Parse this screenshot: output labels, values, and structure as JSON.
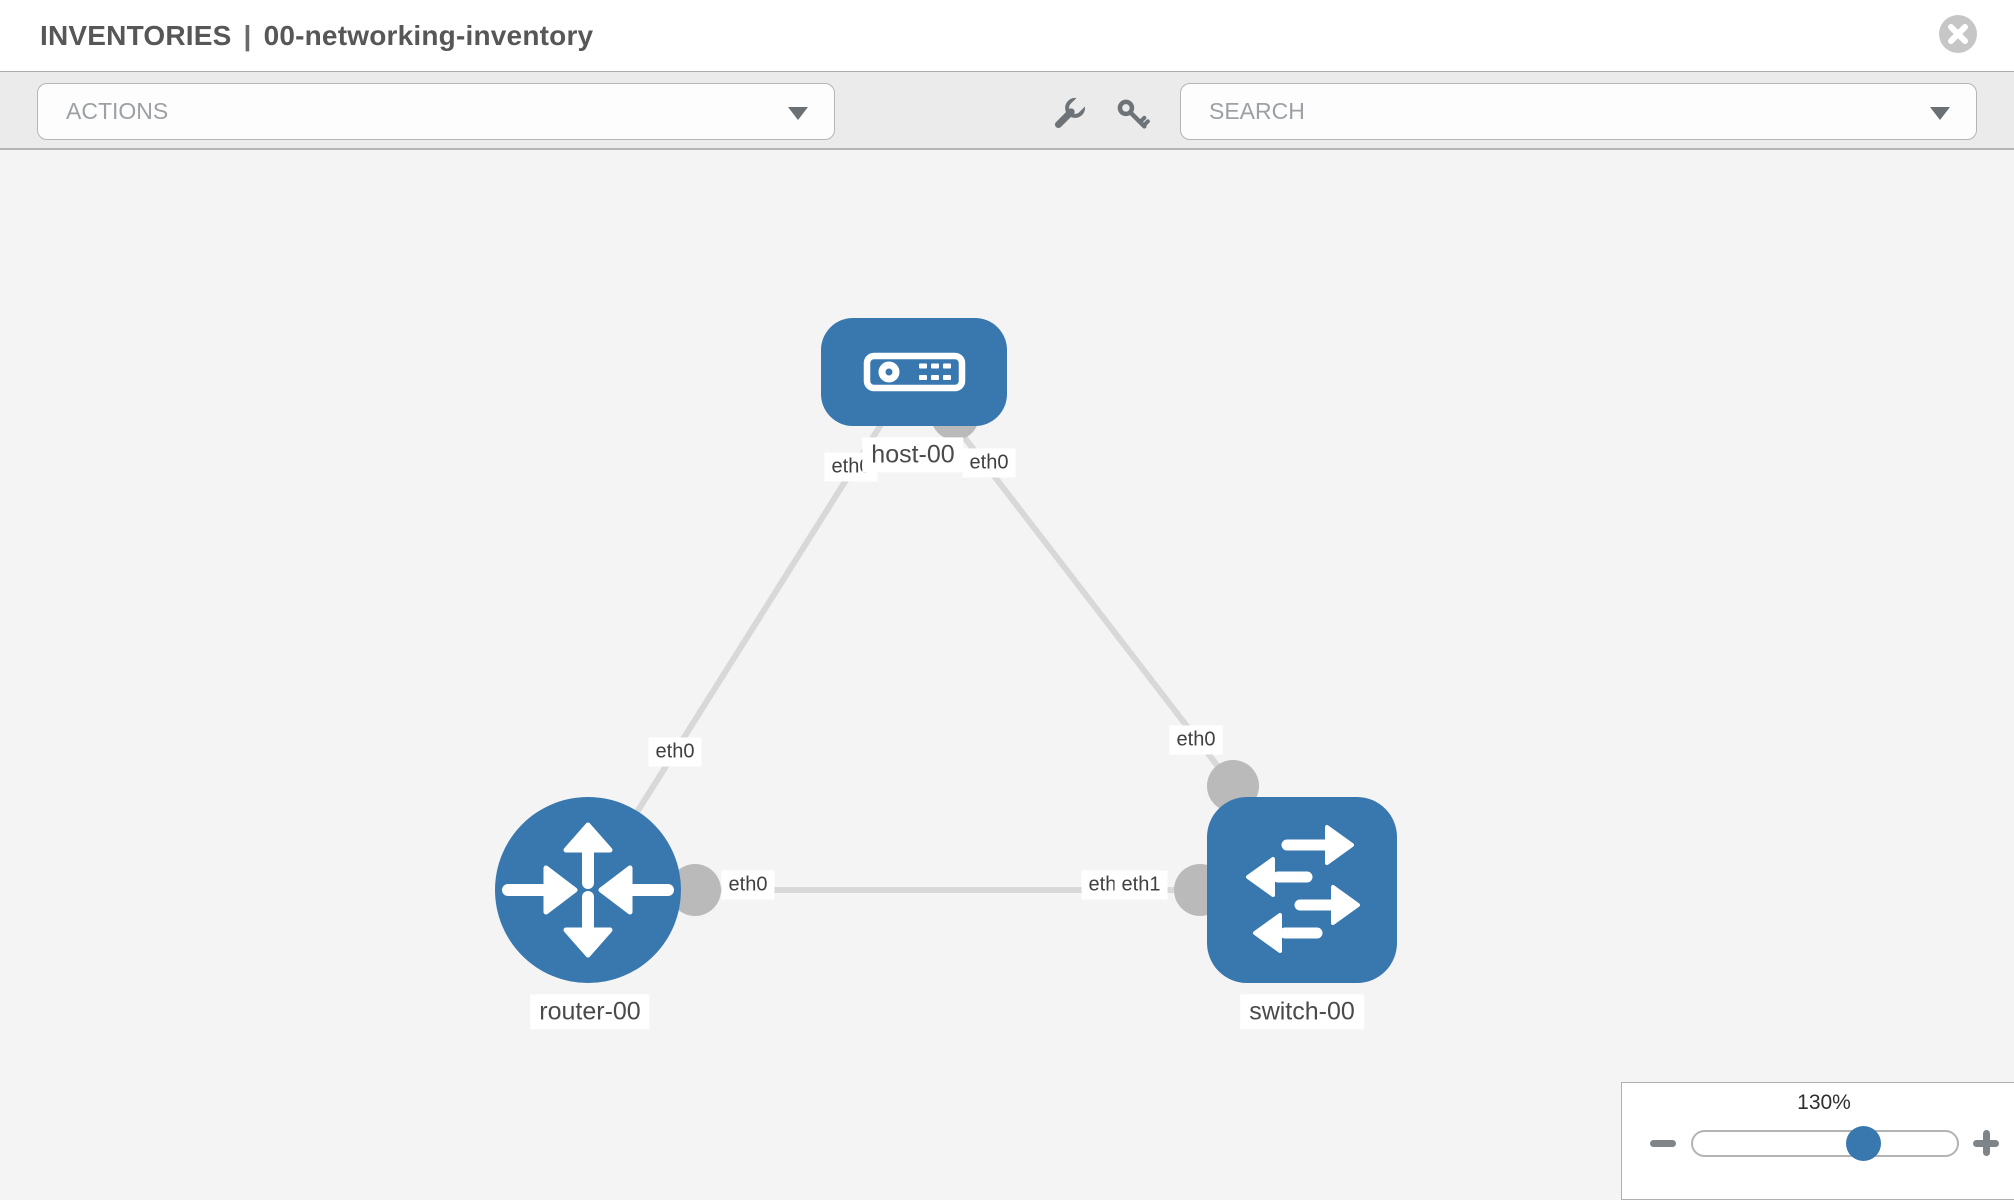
{
  "header": {
    "section_label": "INVENTORIES",
    "separator": "|",
    "inventory_name": "00-networking-inventory",
    "close_icon": "x-circle-icon"
  },
  "toolbar": {
    "actions_placeholder": "ACTIONS",
    "search_placeholder": "SEARCH",
    "tool_icons": [
      {
        "name": "wrench-icon"
      },
      {
        "name": "key-icon"
      }
    ],
    "caret_icon": "chevron-down-icon"
  },
  "topology": {
    "nodes": [
      {
        "label": "host-00",
        "type": "host",
        "shape": "rounded-rect",
        "icon": "server-icon"
      },
      {
        "label": "router-00",
        "type": "router",
        "shape": "circle",
        "icon": "router-arrows-icon"
      },
      {
        "label": "switch-00",
        "type": "switch",
        "shape": "rounded-square",
        "icon": "switch-arrows-icon"
      }
    ],
    "links": [
      {
        "from": "host-00",
        "to": "router-00"
      },
      {
        "from": "host-00",
        "to": "switch-00"
      },
      {
        "from": "router-00",
        "to": "switch-00"
      }
    ],
    "interfaces": [
      {
        "text": "eth0",
        "near": "host-left"
      },
      {
        "text": "eth0",
        "near": "host-right"
      },
      {
        "text": "eth0",
        "near": "router-top"
      },
      {
        "text": "eth0",
        "near": "router-right"
      },
      {
        "text": "eth0",
        "near": "switch-left-back"
      },
      {
        "text": "eth1",
        "near": "switch-left-front"
      },
      {
        "text": "eth0",
        "near": "switch-top"
      }
    ]
  },
  "zoom_control": {
    "percent": "130%",
    "value_percent": 64,
    "minus_icon": "minus-icon",
    "plus_icon": "plus-icon"
  },
  "colors": {
    "node_blue": "#3878af",
    "link_gray": "#d8d8d8",
    "connector_gray": "#bababa",
    "toolbar_gray": "#ebebeb",
    "canvas_gray": "#f4f4f4"
  }
}
